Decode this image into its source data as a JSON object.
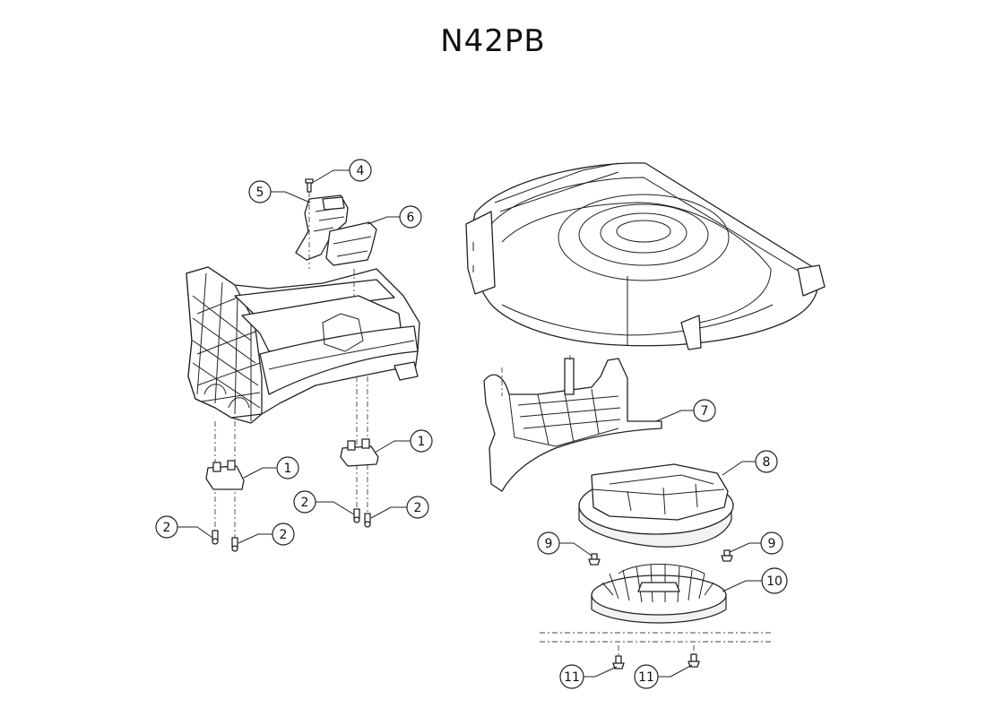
{
  "title": "N42PB",
  "callouts": [
    "1",
    "1",
    "2",
    "2",
    "2",
    "2",
    "4",
    "5",
    "6",
    "7",
    "8",
    "9",
    "9",
    "10",
    "11",
    "11"
  ]
}
